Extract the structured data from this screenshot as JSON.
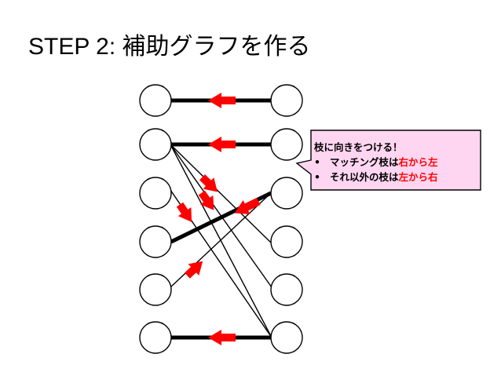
{
  "title": "STEP 2: 補助グラフを作る",
  "callout": {
    "heading": "枝に向きをつける！",
    "bullets": [
      {
        "before": "マッチング枝は",
        "highlight": "右から左"
      },
      {
        "before": "それ以外の枝は",
        "highlight": "左から右"
      }
    ],
    "bullet_symbol": "•"
  },
  "graph": {
    "left_nodes": 6,
    "right_nodes": 6,
    "matching_edges": [
      [
        0,
        0
      ],
      [
        1,
        1
      ],
      [
        3,
        2
      ],
      [
        5,
        5
      ]
    ],
    "other_edges": [
      [
        1,
        3
      ],
      [
        1,
        4
      ],
      [
        1,
        5
      ],
      [
        2,
        5
      ],
      [
        4,
        2
      ]
    ],
    "arrow_color": "#ff0000"
  }
}
